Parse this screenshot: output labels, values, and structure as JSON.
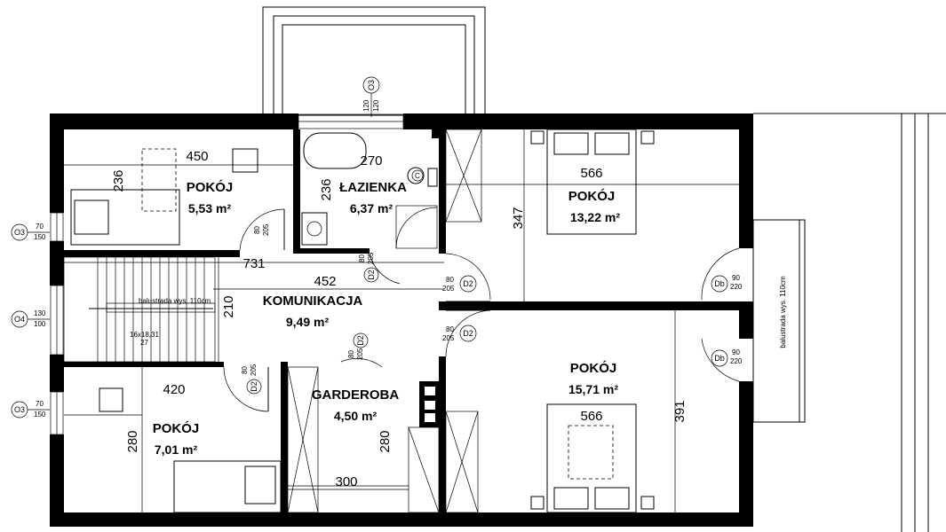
{
  "rooms": [
    {
      "name": "POKÓJ",
      "area": "5,53 m²"
    },
    {
      "name": "ŁAZIENKA",
      "area": "6,37 m²"
    },
    {
      "name": "POKÓJ",
      "area": "13,22 m²"
    },
    {
      "name": "KOMUNIKACJA",
      "area": "9,49 m²"
    },
    {
      "name": "GARDEROBA",
      "area": "4,50 m²"
    },
    {
      "name": "POKÓJ",
      "area": "7,01 m²"
    },
    {
      "name": "POKÓJ",
      "area": "15,71 m²"
    }
  ],
  "dimensions": {
    "d450": "450",
    "d236a": "236",
    "d270": "270",
    "d236b": "236",
    "d566a": "566",
    "d347": "347",
    "d731": "731",
    "d452": "452",
    "d210": "210",
    "d420": "420",
    "d280a": "280",
    "d280b": "280",
    "d300": "300",
    "d566b": "566",
    "d391": "391"
  },
  "doors": {
    "d2": "D2",
    "db": "Db",
    "w80": "80",
    "h205": "205",
    "w90": "90",
    "h220": "220"
  },
  "windows": {
    "o3": "O3",
    "o4": "O4",
    "w70": "70",
    "h150": "150",
    "w130": "130",
    "h100": "100",
    "w120": "120",
    "h120": "120"
  },
  "notes": {
    "balustrade_stairs": "balustrada wys. 110cm",
    "balustrade_balcony": "balustrada wys. 110cm",
    "stairs": "16x18,31",
    "stairs_step": "27",
    "wc_tag": "C"
  }
}
